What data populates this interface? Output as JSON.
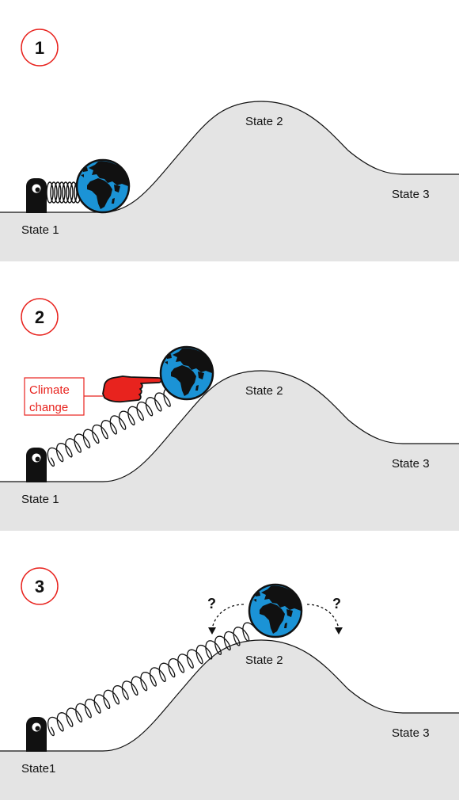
{
  "colors": {
    "ground": "#e4e4e4",
    "ocean": "#1b93d6",
    "land": "#111111",
    "accent_red": "#e8231e",
    "hand_red": "#e8231e"
  },
  "panels": [
    {
      "step": "1",
      "labels": {
        "state1": "State 1",
        "state2": "State 2",
        "state3": "State 3"
      }
    },
    {
      "step": "2",
      "labels": {
        "state1": "State 1",
        "state2": "State 2",
        "state3": "State 3"
      },
      "callout": {
        "line1": "Climate",
        "line2": "change"
      }
    },
    {
      "step": "3",
      "labels": {
        "state1": "State1",
        "state2": "State 2",
        "state3": "State 3"
      },
      "uncertainty": {
        "left": "?",
        "right": "?"
      }
    }
  ],
  "icons": {
    "earth": "earth-globe-icon",
    "anchor": "anchor-post-icon",
    "spring": "spring-coil-icon",
    "hand": "pointing-hand-icon",
    "arrow": "dashed-curved-arrow-icon"
  }
}
